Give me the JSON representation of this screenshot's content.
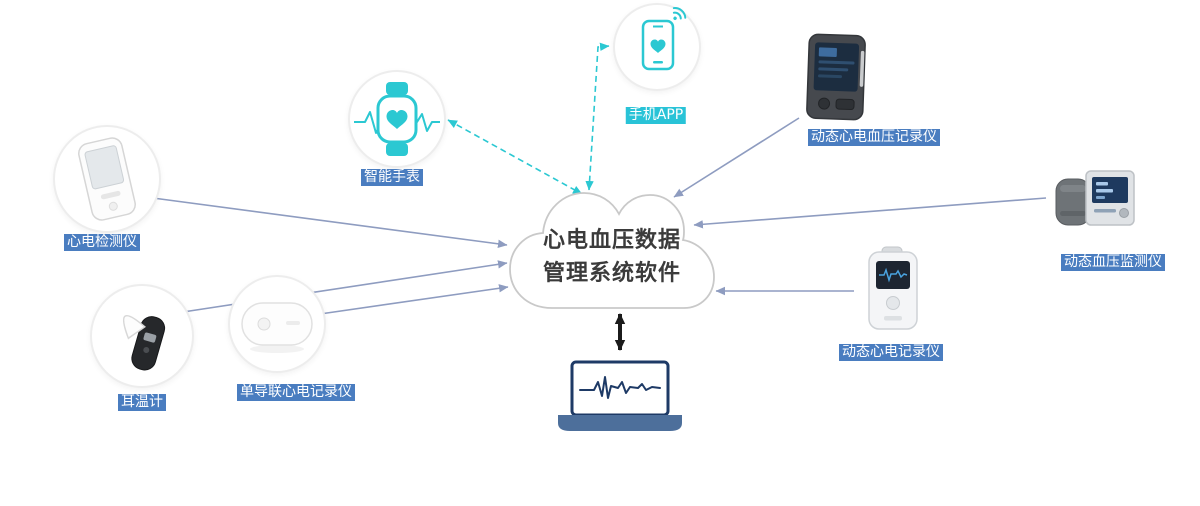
{
  "diagram": {
    "cloud": {
      "line1": "心电血压数据",
      "line2": "管理系统软件"
    },
    "nodes": {
      "smart_watch": {
        "label": "智能手表",
        "icon": "smartwatch-heartbeat-icon"
      },
      "phone_app": {
        "label": "手机APP",
        "icon": "smartphone-heart-wifi-icon"
      },
      "handheld_ecg": {
        "label": "心电检测仪",
        "icon": "handheld-ecg-device-image"
      },
      "ear_thermometer": {
        "label": "耳温计",
        "icon": "ear-thermometer-image"
      },
      "ecg_patch": {
        "label": "单导联心电记录仪",
        "icon": "ecg-patch-image"
      },
      "ecg_bp_recorder": {
        "label": "动态心电血压记录仪",
        "icon": "dark-recorder-image"
      },
      "bp_monitor": {
        "label": "动态血压监测仪",
        "icon": "bp-monitor-cuff-image"
      },
      "holter_recorder": {
        "label": "动态心电记录仪",
        "icon": "holter-recorder-image"
      },
      "pc_terminal": {
        "icon": "laptop-ecg-icon"
      }
    },
    "colors": {
      "teal_accent": "#2bc8d2",
      "label_blue": "#4a7dc0",
      "label_cyan": "#29c3d7",
      "connector": "#8e9cc0",
      "cloud_border": "#c9c9c9",
      "laptop_base_blue": "#4d6f9b",
      "sync_arrow_black": "#1b1b1b"
    }
  }
}
